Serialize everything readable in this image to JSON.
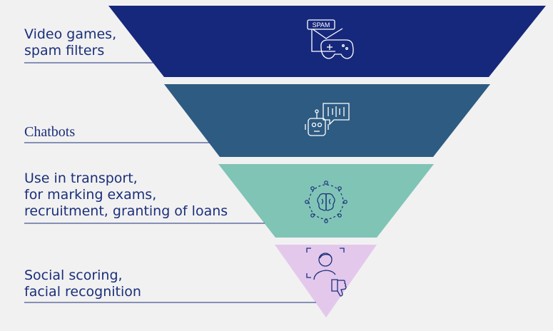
{
  "levels": [
    {
      "lines": [
        "Video games,",
        "spam filters"
      ],
      "color": "#16287c",
      "icon": "spam-gamepad-icon",
      "icon_text": "SPAM"
    },
    {
      "lines": [
        "Chatbots"
      ],
      "color": "#2e5b82",
      "icon": "chatbot-icon"
    },
    {
      "lines": [
        "Use in transport,",
        "for marking exams,",
        "recruitment, granting of loans"
      ],
      "color": "#80c4b6",
      "icon": "ai-brain-network-icon"
    },
    {
      "lines": [
        "Social scoring,",
        "facial recognition"
      ],
      "color": "#e3c8ec",
      "icon": "face-recognition-thumbs-down-icon"
    }
  ],
  "colors": {
    "text": "#1b2f7a",
    "rule": "#1b2f7a",
    "background": "#f1f1f1"
  }
}
